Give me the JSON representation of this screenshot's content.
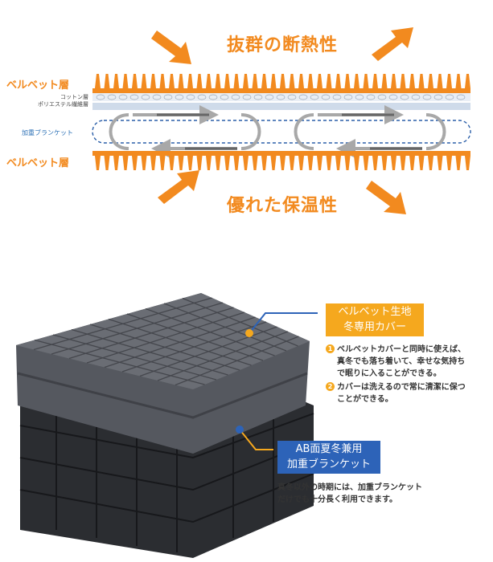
{
  "diagram": {
    "title_top": "抜群の断熱性",
    "title_bottom": "優れた保温性",
    "label_velvet_top": "ベルベット層",
    "label_velvet_bottom": "ベルベット層",
    "label_cotton": "コットン層",
    "label_polyester": "ポリエステル繊維層",
    "label_weighted": "加重ブランケット"
  },
  "product": {
    "callout1_line1": "ベルベット生地",
    "callout1_line2": "冬専用カバー",
    "note1_num": "1",
    "note1_lines": [
      "ベルベットカバーと同時に使えば、",
      "真冬でも落ち着いて、幸せな気持ち",
      "で眠りに入ることができる。"
    ],
    "note2_num": "2",
    "note2_lines": [
      "カバーは洗えるので常に清潔に保つ",
      "ことができる。"
    ],
    "callout2_line1": "AB面夏冬兼用",
    "callout2_line2": "加重ブランケット",
    "note3_lines": [
      "真冬以外の時期には、加重ブランケット",
      "だけでも十分長く利用できます。"
    ]
  },
  "colors": {
    "orange": "#f28a1f",
    "callout_orange": "#f5a81e",
    "callout_blue": "#2d63b8",
    "dashed_blue": "#2a5ea8"
  }
}
